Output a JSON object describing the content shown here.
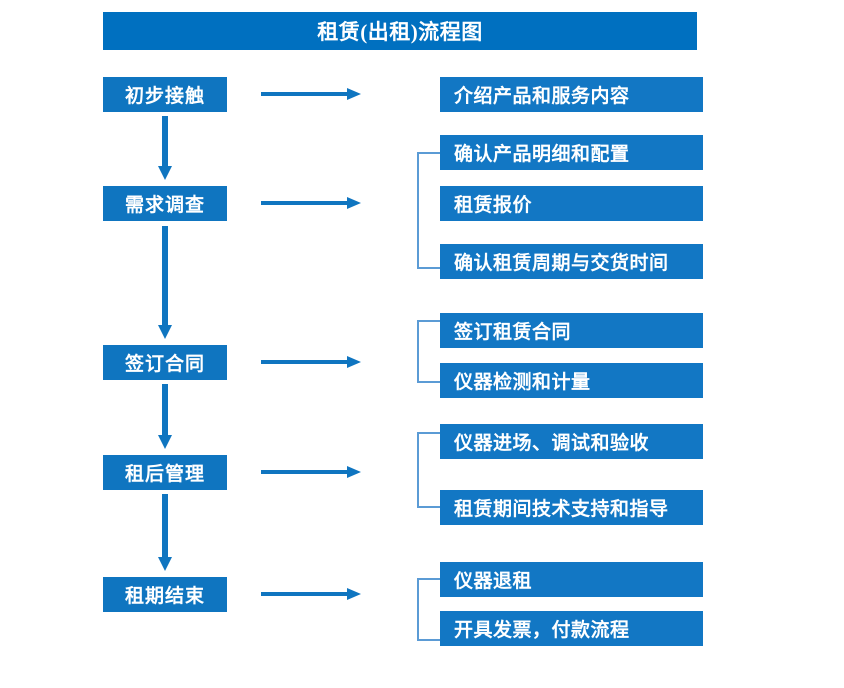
{
  "diagram": {
    "title": "租赁(出租)流程图",
    "colors": {
      "title_bar": "#0070c0",
      "stage_box": "#0f75c0",
      "detail_box": "#1277c4",
      "arrow": "#0f75c0",
      "bracket": "#5b9bd5",
      "text": "#ffffff",
      "background": "#ffffff"
    },
    "stages": [
      {
        "id": "stage-1",
        "label": "初步接触"
      },
      {
        "id": "stage-2",
        "label": "需求调查"
      },
      {
        "id": "stage-3",
        "label": "签订合同"
      },
      {
        "id": "stage-4",
        "label": "租后管理"
      },
      {
        "id": "stage-5",
        "label": "租期结束"
      }
    ],
    "details": [
      {
        "id": "detail-1-1",
        "label": "介绍产品和服务内容"
      },
      {
        "id": "detail-2-1",
        "label": "确认产品明细和配置"
      },
      {
        "id": "detail-2-2",
        "label": "租赁报价"
      },
      {
        "id": "detail-2-3",
        "label": "确认租赁周期与交货时间"
      },
      {
        "id": "detail-3-1",
        "label": "签订租赁合同"
      },
      {
        "id": "detail-3-2",
        "label": "仪器检测和计量"
      },
      {
        "id": "detail-4-1",
        "label": "仪器进场、调试和验收"
      },
      {
        "id": "detail-4-2",
        "label": "租赁期间技术支持和指导"
      },
      {
        "id": "detail-5-1",
        "label": "仪器退租"
      },
      {
        "id": "detail-5-2",
        "label": "开具发票，付款流程"
      }
    ],
    "icons": {
      "right_arrow": "right-arrow-icon",
      "down_arrow": "down-arrow-icon",
      "bracket": "group-bracket-icon"
    }
  }
}
